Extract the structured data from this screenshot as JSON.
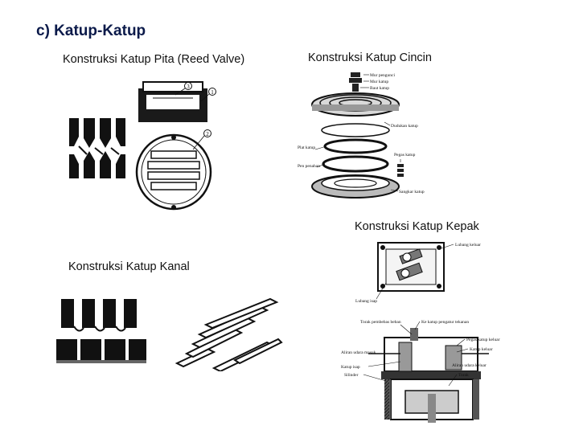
{
  "heading": "c) Katup-Katup",
  "captions": {
    "reed": "Konstruksi Katup Pita (Reed Valve)",
    "ring": "Konstruksi Katup Cincin",
    "poppet": "Konstruksi Katup Kepak",
    "channel": "Konstruksi Katup Kanal"
  },
  "figures": {
    "reed": {
      "numbers": [
        "3",
        "1",
        "2"
      ]
    },
    "ring": {
      "labels": {
        "mur_pengunci": "Mur pengunci",
        "mur_katup": "Mur katup",
        "baut_katup": "Baut katup",
        "dudukan_katup": "Dudukan katup",
        "plat_katup": "Plat katup",
        "pegas_katup": "Pegas katup",
        "pen_penahan": "Pen penahan",
        "sangkar_katup": "Sangkar katup"
      }
    },
    "poppet": {
      "labels": {
        "lubang_keluar": "Lubang keluar",
        "lubang_isap": "Lubang isap",
        "torak_pembebas_beban": "Torak pembebas beban",
        "ke_katup_pengatur_tekanan": "Ke katup pengatur tekanan",
        "pegas_katup_keluar": "Pegas katup keluar",
        "katup_keluar": "Katup keluar",
        "aliran_udara_masuk": "Aliran udara masuk",
        "aliran_udara_keluar": "Aliran udara keluar",
        "katup_isap": "Katup isap",
        "torak": "Torak",
        "silinder": "Silinder"
      }
    }
  }
}
